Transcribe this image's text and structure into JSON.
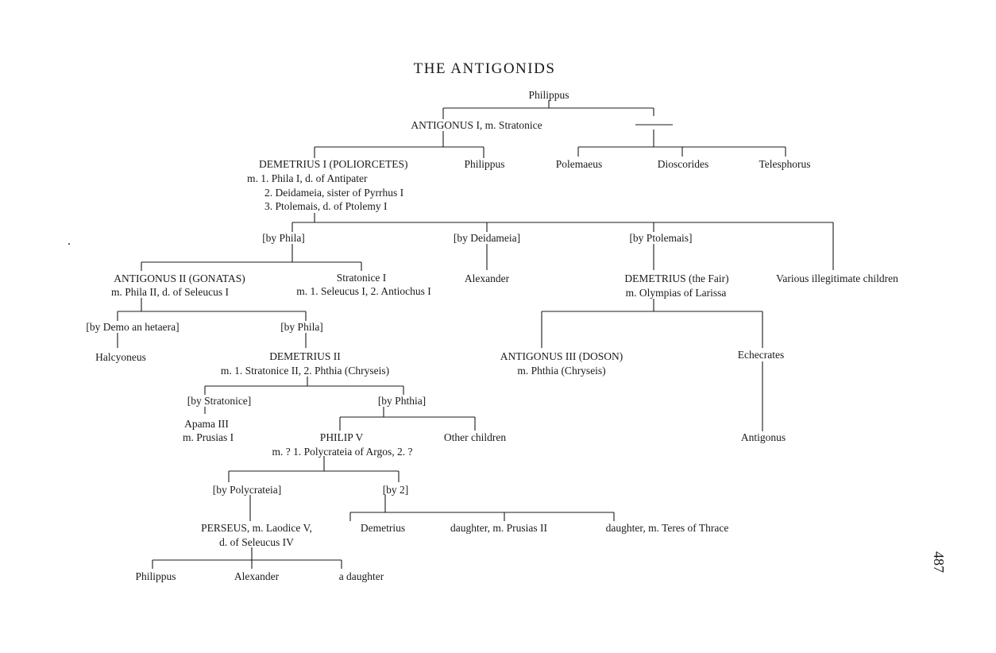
{
  "title": "THE ANTIGONIDS",
  "page_number": "487",
  "people": {
    "philippus_top": "Philippus",
    "antigonus1": "ANTIGONUS I, m. Stratonice",
    "unnamed_sibling": "——",
    "demetrius1": "DEMETRIUS I (POLIORCETES)",
    "demetrius1_m1": "m. 1. Phila I, d. of Antipater",
    "demetrius1_m2": "2. Deidameia, sister of Pyrrhus I",
    "demetrius1_m3": "3. Ptolemais, d. of Ptolemy I",
    "philippus_son": "Philippus",
    "polemaeus": "Polemaeus",
    "dioscorides": "Dioscorides",
    "telesphorus": "Telesphorus",
    "by_phila": "[by Phila]",
    "by_deidameia": "[by Deidameia]",
    "by_ptolemais": "[by Ptolemais]",
    "antigonus2": "ANTIGONUS II (GONATAS)",
    "antigonus2_m": "m. Phila II, d. of Seleucus I",
    "stratonice1": "Stratonice I",
    "stratonice1_m": "m. 1. Seleucus I, 2. Antiochus I",
    "alexander_d": "Alexander",
    "demetrius_fair": "DEMETRIUS (the Fair)",
    "demetrius_fair_m": "m. Olympias of Larissa",
    "various": "Various illegitimate children",
    "by_demo": "[by Demo an hetaera]",
    "by_phila2": "[by Phila]",
    "halcyoneus": "Halcyoneus",
    "demetrius2": "DEMETRIUS II",
    "demetrius2_m": "m. 1. Stratonice II, 2. Phthia (Chryseis)",
    "antigonus3": "ANTIGONUS III (DOSON)",
    "antigonus3_m": "m. Phthia (Chryseis)",
    "echecrates": "Echecrates",
    "by_stratonice": "[by Stratonice]",
    "by_phthia": "[by Phthia]",
    "apama3": "Apama III",
    "apama3_m": "m. Prusias I",
    "philip5": "PHILIP V",
    "philip5_m": "m. ? 1. Polycrateia of Argos, 2. ?",
    "other_children": "Other children",
    "antigonus_son": "Antigonus",
    "by_polycrateia": "[by Polycrateia]",
    "by_2": "[by 2]",
    "perseus": "PERSEUS, m. Laodice V,",
    "perseus_m": "d. of Seleucus IV",
    "demetrius_son": "Demetrius",
    "daughter_prusias": "daughter, m. Prusias II",
    "daughter_teres": "daughter, m. Teres of Thrace",
    "philippus_last": "Philippus",
    "alexander_last": "Alexander",
    "a_daughter": "a daughter"
  }
}
